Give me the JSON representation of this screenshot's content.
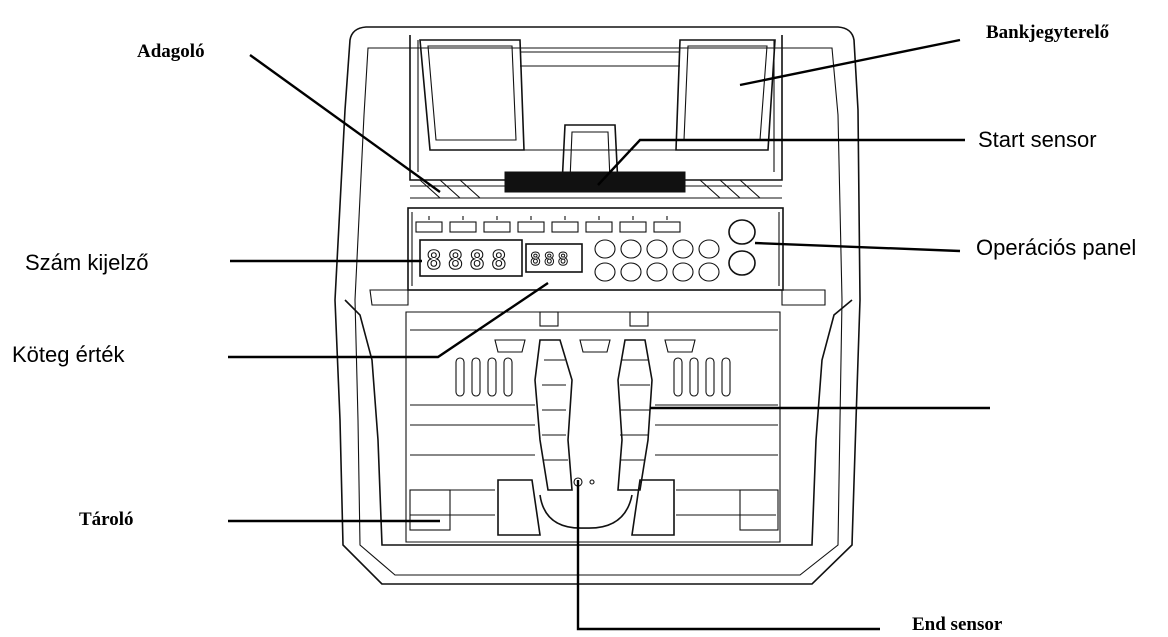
{
  "diagram": {
    "labels": {
      "feeder": "Adagoló",
      "guide": "Bankjegyterelő",
      "start_sensor": "Start sensor",
      "display": "Szám kijelző",
      "panel": "Operációs panel",
      "batch": "Köteg érték",
      "stacker": "Tároló",
      "end_sensor": "End sensor"
    },
    "display_digits": "8888",
    "batch_digits": "888"
  }
}
